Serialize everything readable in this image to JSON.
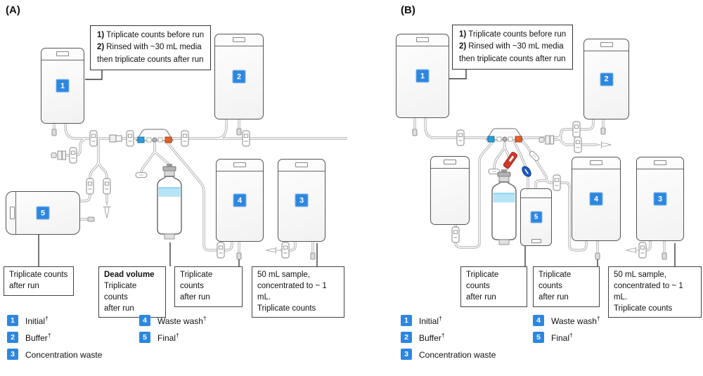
{
  "panel_a": {
    "label": "(A)",
    "callouts": [
      {
        "l1": "Triplicate counts",
        "l2": "after run"
      },
      {
        "title": "Dead volume",
        "l1": "Triplicate counts",
        "l2": "after run"
      },
      {
        "l1": "Triplicate counts",
        "l2": "after run"
      },
      {
        "l1": "50 mL sample,",
        "l2": "concentrated to ~ 1 mL.",
        "l3": "Triplicate counts"
      }
    ]
  },
  "panel_b": {
    "label": "(B)",
    "callouts": [
      {
        "l1": "Triplicate counts",
        "l2": "after run"
      },
      {
        "l1": "Triplicate counts",
        "l2": "after run"
      },
      {
        "l1": "50 mL sample,",
        "l2": "concentrated to ~ 1 mL.",
        "l3": "Triplicate counts"
      }
    ]
  },
  "note_box": {
    "b1": "1)",
    "t1": "Triplicate counts before run",
    "b2": "2)",
    "t2": "Rinsed with ~30 mL media",
    "t3": "then triplicate counts after run"
  },
  "badges": {
    "b1": "1",
    "b2": "2",
    "b3": "3",
    "b4": "4",
    "b5": "5"
  },
  "legend": {
    "col1": [
      {
        "num": "1",
        "label": "Initial",
        "sup": "†"
      },
      {
        "num": "2",
        "label": "Buffer",
        "sup": "†"
      },
      {
        "num": "3",
        "label": "Concentration waste",
        "sup": ""
      }
    ],
    "col2": [
      {
        "num": "4",
        "label": "Waste wash",
        "sup": "†"
      },
      {
        "num": "5",
        "label": "Final",
        "sup": "†"
      }
    ]
  },
  "colors": {
    "badge_blue": "#2d87e0",
    "port_blue": "#2b9cd8",
    "port_orange": "#e2612b",
    "clamp_red": "#d13a2a",
    "valve_blue": "#1c57c4",
    "liquid_blue": "#b6e4f6"
  }
}
